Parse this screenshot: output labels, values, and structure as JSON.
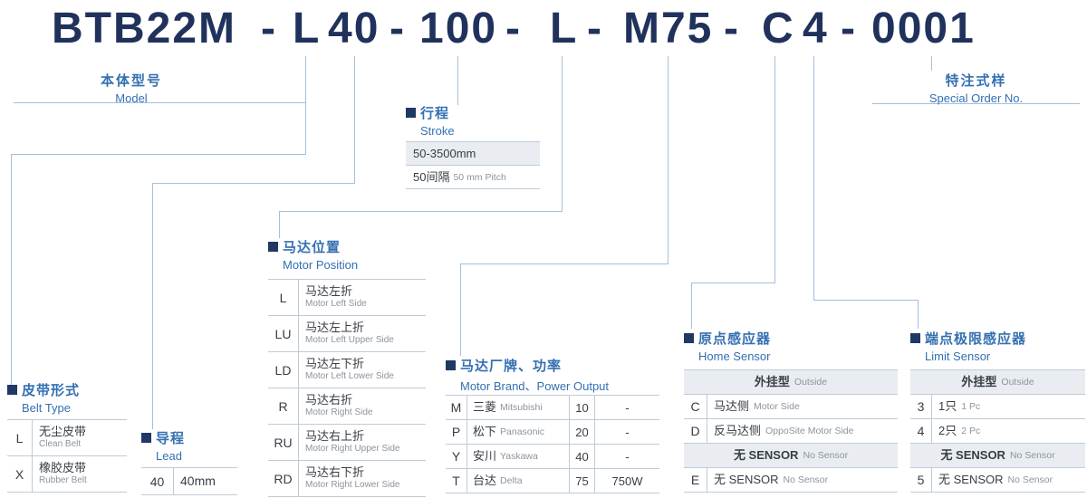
{
  "colors": {
    "navy": "#20325c",
    "blue": "#3470b2",
    "bullet": "#1f3864",
    "line": "#a3c0dc",
    "border": "#c0cbd8",
    "shade": "#e9edf1",
    "text_dark": "#383d44",
    "text_gray": "#8d949e"
  },
  "model_code": {
    "full": "BTB22M - L 40 - 100 - L - M75 - C 4 - 0001",
    "segments": [
      "BTB22M",
      "-",
      "L",
      "40",
      "-",
      "100",
      "-",
      "L",
      "-",
      "M75",
      "-",
      "C",
      "4",
      "-",
      "0001"
    ]
  },
  "model_label": {
    "zh": "本体型号",
    "en": "Model"
  },
  "special_order_label": {
    "zh": "特注式样",
    "en": "Special Order No."
  },
  "stroke": {
    "title_zh": "行程",
    "title_en": "Stroke",
    "range": "50-3500mm",
    "pitch_zh": "50间隔",
    "pitch_en": "50 mm Pitch"
  },
  "motor_position": {
    "title_zh": "马达位置",
    "title_en": "Motor Position",
    "rows": [
      {
        "code": "L",
        "zh": "马达左折",
        "en": "Motor Left Side"
      },
      {
        "code": "LU",
        "zh": "马达左上折",
        "en": "Motor Left Upper Side"
      },
      {
        "code": "LD",
        "zh": "马达左下折",
        "en": "Motor Left Lower Side"
      },
      {
        "code": "R",
        "zh": "马达右折",
        "en": "Motor Right Side"
      },
      {
        "code": "RU",
        "zh": "马达右上折",
        "en": "Motor Right Upper Side"
      },
      {
        "code": "RD",
        "zh": "马达右下折",
        "en": "Motor Right Lower Side"
      }
    ]
  },
  "belt_type": {
    "title_zh": "皮带形式",
    "title_en": "Belt Type",
    "rows": [
      {
        "code": "L",
        "zh": "无尘皮带",
        "en": "Clean Belt"
      },
      {
        "code": "X",
        "zh": "橡胶皮带",
        "en": "Rubber Belt"
      }
    ]
  },
  "lead": {
    "title_zh": "导程",
    "title_en": "Lead",
    "code": "40",
    "value": "40mm"
  },
  "motor_brand": {
    "title_zh": "马达厂牌、功率",
    "title_en": "Motor Brand、Power Output",
    "rows": [
      {
        "code": "M",
        "brand_zh": "三菱",
        "brand_en": "Mitsubishi",
        "power_code": "10",
        "power": "-"
      },
      {
        "code": "P",
        "brand_zh": "松下",
        "brand_en": "Panasonic",
        "power_code": "20",
        "power": "-"
      },
      {
        "code": "Y",
        "brand_zh": "安川",
        "brand_en": "Yaskawa",
        "power_code": "40",
        "power": "-"
      },
      {
        "code": "T",
        "brand_zh": "台达",
        "brand_en": "Delta",
        "power_code": "75",
        "power": "750W"
      }
    ]
  },
  "home_sensor": {
    "title_zh": "原点感应器",
    "title_en": "Home Sensor",
    "header_zh": "外挂型",
    "header_en": "Outside",
    "rows": [
      {
        "code": "C",
        "zh": "马达侧",
        "en": "Motor Side"
      },
      {
        "code": "D",
        "zh": "反马达侧",
        "en": "OppoSite Motor Side"
      }
    ],
    "divider_zh": "无 SENSOR",
    "divider_en": "No Sensor",
    "rows2": [
      {
        "code": "E",
        "zh": "无 SENSOR",
        "en": "No Sensor"
      }
    ]
  },
  "limit_sensor": {
    "title_zh": "端点极限感应器",
    "title_en": "Limit Sensor",
    "header_zh": "外挂型",
    "header_en": "Outside",
    "rows": [
      {
        "code": "3",
        "zh": "1只",
        "en": "1 Pc"
      },
      {
        "code": "4",
        "zh": "2只",
        "en": "2 Pc"
      }
    ],
    "divider_zh": "无 SENSOR",
    "divider_en": "No Sensor",
    "rows2": [
      {
        "code": "5",
        "zh": "无 SENSOR",
        "en": "No Sensor"
      }
    ]
  }
}
